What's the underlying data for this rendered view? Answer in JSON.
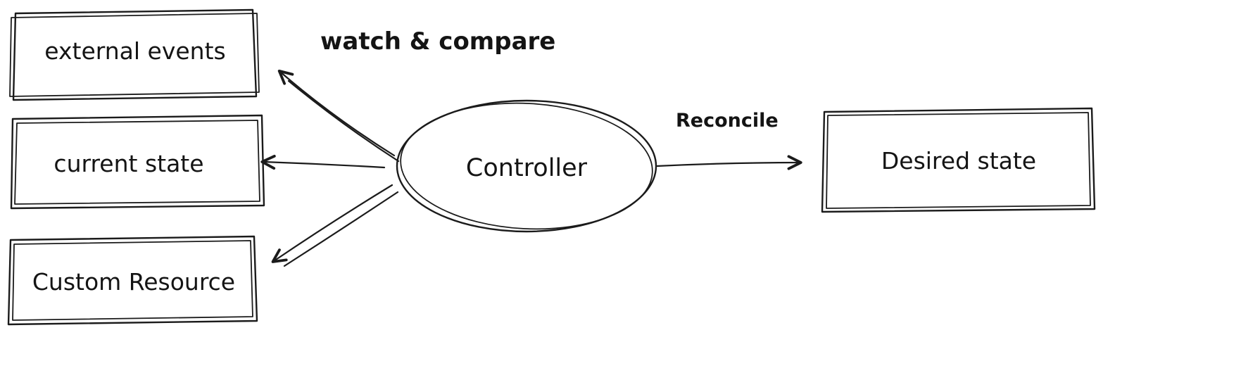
{
  "diagram": {
    "title": "controller reconcile diagram",
    "colors": {
      "stroke": "#1b1b1b",
      "text": "#141414",
      "background": "#ffffff"
    },
    "nodes": {
      "external_events": {
        "label": "external events",
        "shape": "rectangle"
      },
      "current_state": {
        "label": "current state",
        "shape": "rectangle"
      },
      "custom_resource": {
        "label": "Custom Resource",
        "shape": "rectangle"
      },
      "controller": {
        "label": "Controller",
        "shape": "ellipse"
      },
      "desired_state": {
        "label": "Desired state",
        "shape": "rectangle"
      }
    },
    "edges": {
      "watch_compare": {
        "label": "watch & compare",
        "from": "controller",
        "to": [
          "external_events",
          "current_state",
          "custom_resource"
        ]
      },
      "reconcile": {
        "label": "Reconcile",
        "from": "controller",
        "to": [
          "desired_state"
        ]
      }
    }
  }
}
